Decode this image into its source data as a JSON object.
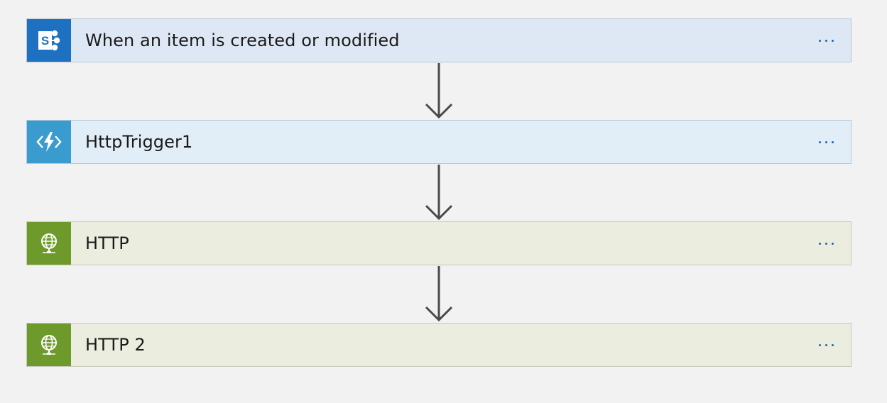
{
  "flow": {
    "steps": [
      {
        "title": "When an item is created or modified",
        "icon": "sharepoint-icon",
        "color": "#1e71c0"
      },
      {
        "title": "HttpTrigger1",
        "icon": "azure-function-icon",
        "color": "#3a9bcf"
      },
      {
        "title": "HTTP",
        "icon": "globe-icon",
        "color": "#6d9a2a"
      },
      {
        "title": "HTTP 2",
        "icon": "globe-icon",
        "color": "#6d9a2a"
      }
    ],
    "menu_icon": "ellipsis-icon",
    "connector_icon": "arrow-down-icon"
  }
}
